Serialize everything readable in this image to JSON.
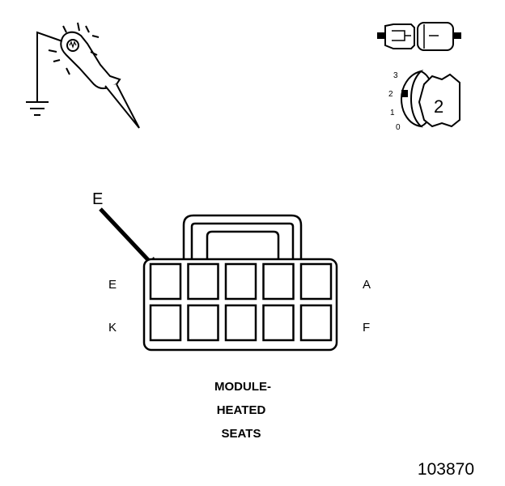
{
  "test_light_icon": "test-light-probe",
  "connector_icon": "two-piece-connector",
  "ignition_switch_icon": "ignition-key-switch",
  "ignition": {
    "positions": [
      "3",
      "2",
      "1",
      "0"
    ],
    "selected": "2",
    "key_label": "2"
  },
  "callout": {
    "label": "E"
  },
  "connector": {
    "rows": 2,
    "columns": 5,
    "pin_labels": {
      "top_left": "E",
      "top_right": "A",
      "bottom_left": "K",
      "bottom_right": "F"
    }
  },
  "caption": {
    "line1": "MODULE-",
    "line2": "HEATED",
    "line3": "SEATS"
  },
  "figure_number": "103870"
}
